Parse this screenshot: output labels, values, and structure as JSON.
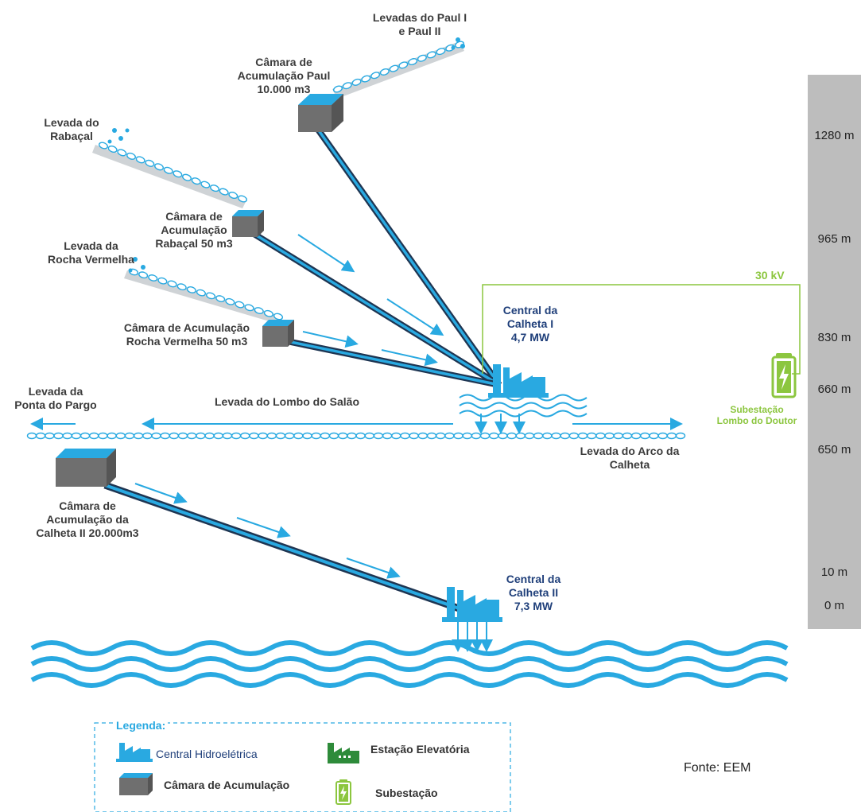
{
  "labels": {
    "levadas_paul": "Levadas do Paul I\ne Paul II",
    "camara_paul": "Câmara de\nAcumulação Paul\n10.000 m3",
    "levada_rabacal": "Levada do\nRabaçal",
    "camara_rabacal": "Câmara de\nAcumulação\nRabaçal 50 m3",
    "levada_rocha": "Levada da\nRocha Vermelha",
    "camara_rocha": "Câmara de Acumulação\nRocha Vermelha 50 m3",
    "central_calheta_1": "Central da\nCalheta I\n4,7 MW",
    "kv": "30 kV",
    "subestacao": "Subestação\nLombo do Doutor",
    "levada_ponta": "Levada da\nPonta do Pargo",
    "levada_lombo": "Levada do Lombo do Salão",
    "levada_arco": "Levada do Arco da\nCalheta",
    "camara_calheta_2": "Câmara de\nAcumulação da\nCalheta II 20.000m3",
    "central_calheta_2": "Central da\nCalheta II\n7,3 MW"
  },
  "altitudes": [
    "1280 m",
    "965 m",
    "830 m",
    "660 m",
    "650 m",
    "10 m",
    "0 m"
  ],
  "legend": {
    "title": "Legenda:",
    "hydro": "Central Hidroelétrica",
    "pump": "Estação Elevatória",
    "chamber": "Câmara de Acumulação",
    "substation": "Subestação"
  },
  "source": "Fonte: EEM",
  "colors": {
    "water_blue": "#29a9e1",
    "pipe_dark": "#1e3552",
    "label_navy": "#1f3f7a",
    "green": "#8cc63f",
    "chamber_grey": "#6f6f6f",
    "altitude_bar": "#bdbdbd"
  },
  "icons": [
    "hydro-plant-icon",
    "pumping-station-icon",
    "storage-chamber-icon",
    "substation-icon",
    "water-waves-icon"
  ]
}
